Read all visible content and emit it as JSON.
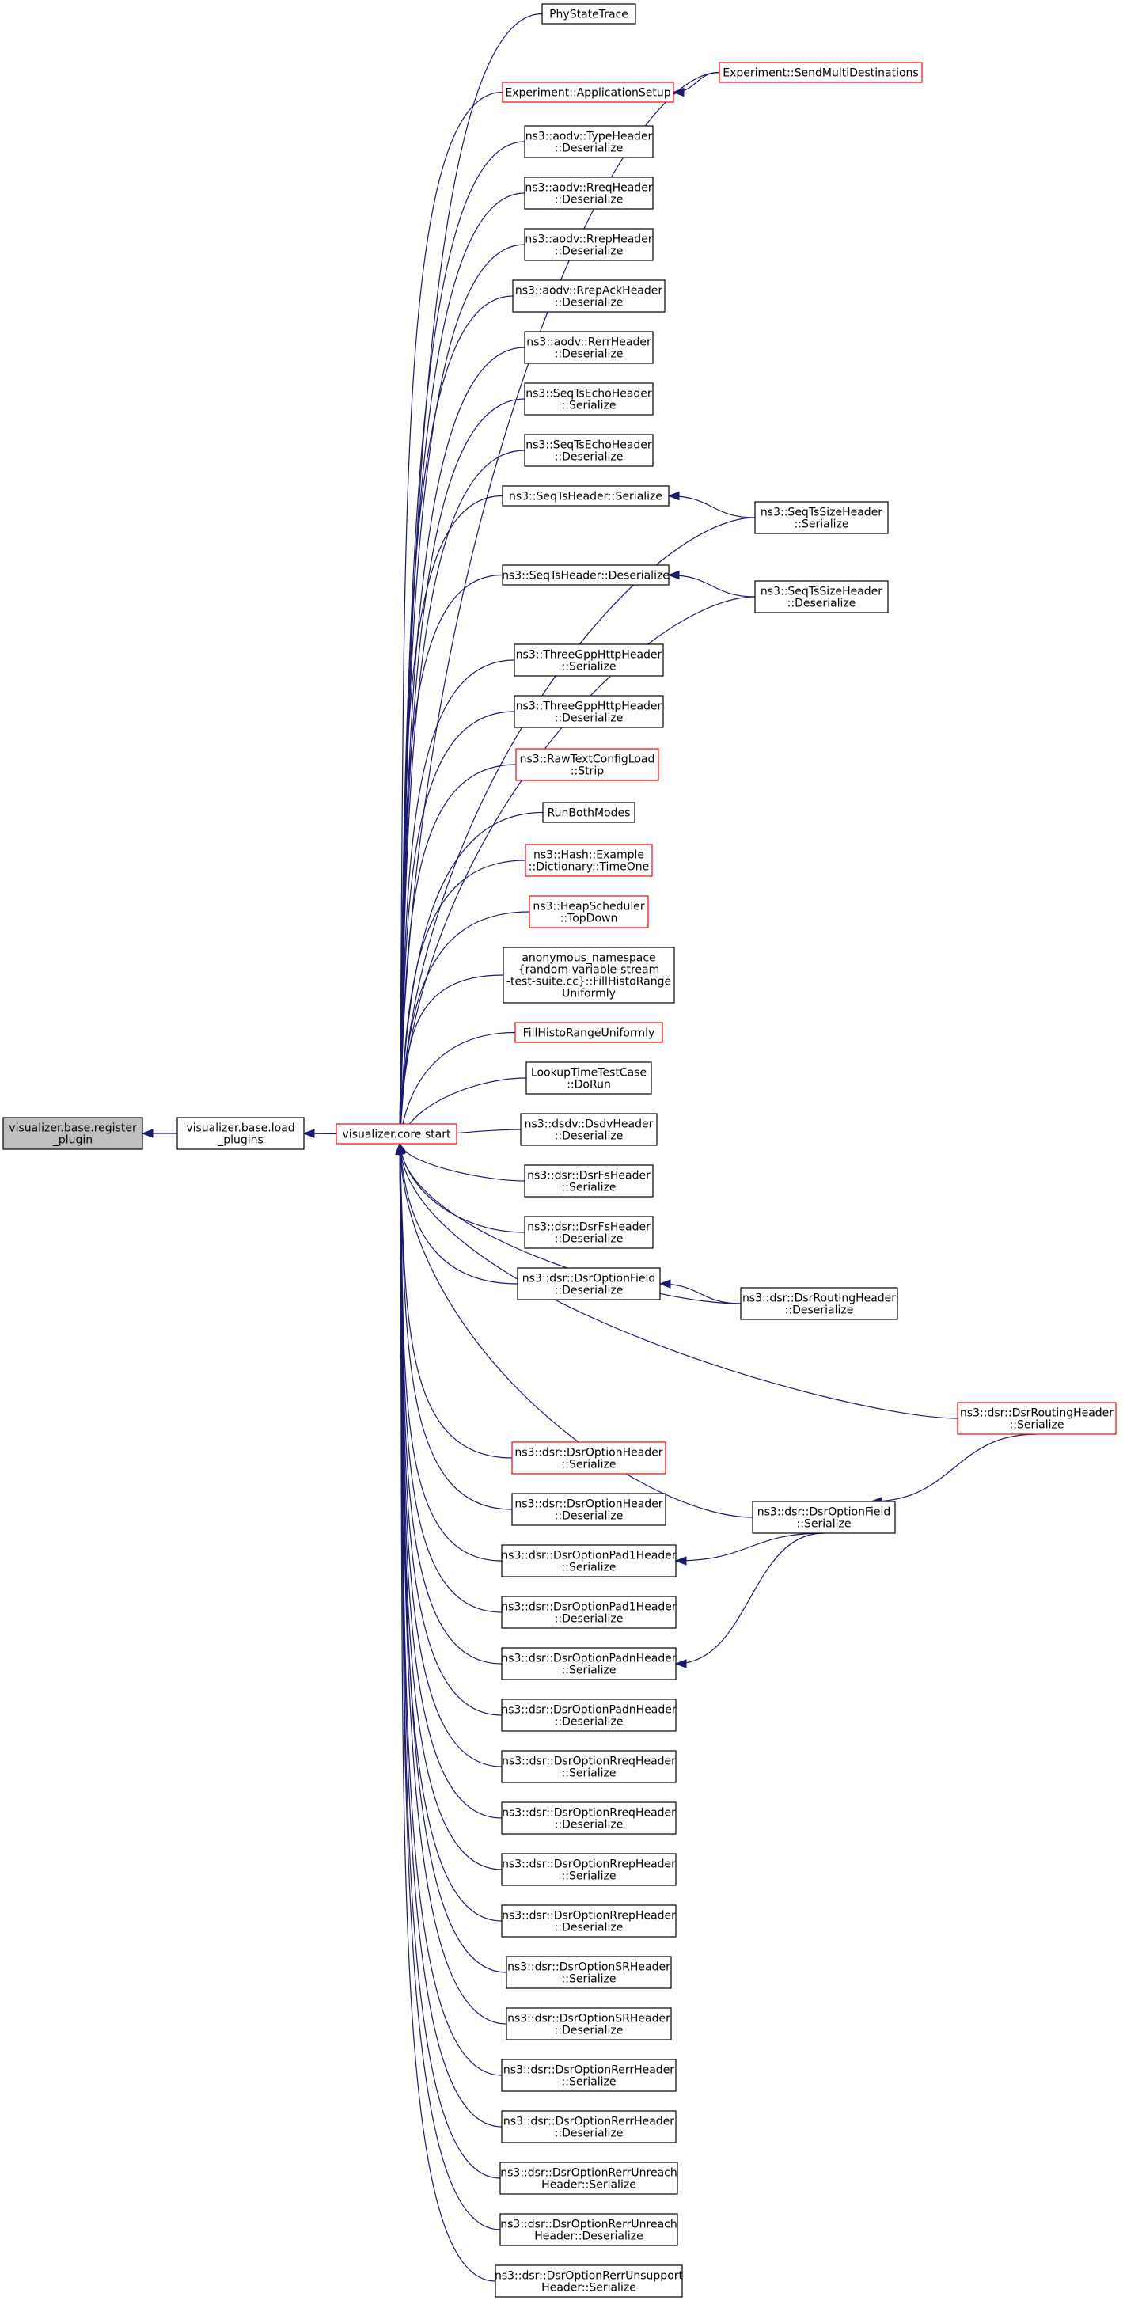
{
  "graph": {
    "colors": {
      "edge": "#191970",
      "border": "#000000",
      "link_border": "#ff0000",
      "root_fill": "#bfbfbf"
    },
    "nodes": [
      {
        "id": "root",
        "lines": [
          "visualizer.base.register",
          "_plugin"
        ],
        "style": "root"
      },
      {
        "id": "load",
        "lines": [
          "visualizer.base.load",
          "_plugins"
        ],
        "style": "normal"
      },
      {
        "id": "start",
        "lines": [
          "visualizer.core.start"
        ],
        "style": "red"
      },
      {
        "id": "phy",
        "lines": [
          "PhyStateTrace"
        ],
        "style": "normal"
      },
      {
        "id": "appsetup",
        "lines": [
          "Experiment::ApplicationSetup"
        ],
        "style": "red"
      },
      {
        "id": "multidest",
        "lines": [
          "Experiment::SendMultiDestinations"
        ],
        "style": "red"
      },
      {
        "id": "aodvtype",
        "lines": [
          "ns3::aodv::TypeHeader",
          "::Deserialize"
        ],
        "style": "normal"
      },
      {
        "id": "aodvrreq",
        "lines": [
          "ns3::aodv::RreqHeader",
          "::Deserialize"
        ],
        "style": "normal"
      },
      {
        "id": "aodvrrep",
        "lines": [
          "ns3::aodv::RrepHeader",
          "::Deserialize"
        ],
        "style": "normal"
      },
      {
        "id": "aodvrrepack",
        "lines": [
          "ns3::aodv::RrepAckHeader",
          "::Deserialize"
        ],
        "style": "normal"
      },
      {
        "id": "aodvrerr",
        "lines": [
          "ns3::aodv::RerrHeader",
          "::Deserialize"
        ],
        "style": "normal"
      },
      {
        "id": "seqechoser",
        "lines": [
          "ns3::SeqTsEchoHeader",
          "::Serialize"
        ],
        "style": "normal"
      },
      {
        "id": "seqechodes",
        "lines": [
          "ns3::SeqTsEchoHeader",
          "::Deserialize"
        ],
        "style": "normal"
      },
      {
        "id": "seqtsser",
        "lines": [
          "ns3::SeqTsHeader::Serialize"
        ],
        "style": "normal"
      },
      {
        "id": "sizeser",
        "lines": [
          "ns3::SeqTsSizeHeader",
          "::Serialize"
        ],
        "style": "normal"
      },
      {
        "id": "seqtsdes",
        "lines": [
          "ns3::SeqTsHeader::Deserialize"
        ],
        "style": "normal"
      },
      {
        "id": "sizedes",
        "lines": [
          "ns3::SeqTsSizeHeader",
          "::Deserialize"
        ],
        "style": "normal"
      },
      {
        "id": "httpser",
        "lines": [
          "ns3::ThreeGppHttpHeader",
          "::Serialize"
        ],
        "style": "normal"
      },
      {
        "id": "httpdes",
        "lines": [
          "ns3::ThreeGppHttpHeader",
          "::Deserialize"
        ],
        "style": "normal"
      },
      {
        "id": "rawstrip",
        "lines": [
          "ns3::RawTextConfigLoad",
          "::Strip"
        ],
        "style": "red"
      },
      {
        "id": "runboth",
        "lines": [
          "RunBothModes"
        ],
        "style": "normal"
      },
      {
        "id": "hashtime",
        "lines": [
          "ns3::Hash::Example",
          "::Dictionary::TimeOne"
        ],
        "style": "red"
      },
      {
        "id": "heaptop",
        "lines": [
          "ns3::HeapScheduler",
          "::TopDown"
        ],
        "style": "red"
      },
      {
        "id": "anonfill",
        "lines": [
          "anonymous_namespace",
          "{random-variable-stream",
          "-test-suite.cc}::FillHistoRange",
          "Uniformly"
        ],
        "style": "normal"
      },
      {
        "id": "fillhisto",
        "lines": [
          "FillHistoRangeUniformly"
        ],
        "style": "red"
      },
      {
        "id": "lookup",
        "lines": [
          "LookupTimeTestCase",
          "::DoRun"
        ],
        "style": "normal"
      },
      {
        "id": "dsdvdes",
        "lines": [
          "ns3::dsdv::DsdvHeader",
          "::Deserialize"
        ],
        "style": "normal"
      },
      {
        "id": "dsrfsser",
        "lines": [
          "ns3::dsr::DsrFsHeader",
          "::Serialize"
        ],
        "style": "normal"
      },
      {
        "id": "dsrfsdes",
        "lines": [
          "ns3::dsr::DsrFsHeader",
          "::Deserialize"
        ],
        "style": "normal"
      },
      {
        "id": "optfielddes",
        "lines": [
          "ns3::dsr::DsrOptionField",
          "::Deserialize"
        ],
        "style": "normal"
      },
      {
        "id": "routinghdrdes",
        "lines": [
          "ns3::dsr::DsrRoutingHeader",
          "::Deserialize"
        ],
        "style": "normal"
      },
      {
        "id": "routinghdrser",
        "lines": [
          "ns3::dsr::DsrRoutingHeader",
          "::Serialize"
        ],
        "style": "red"
      },
      {
        "id": "opthdrser",
        "lines": [
          "ns3::dsr::DsrOptionHeader",
          "::Serialize"
        ],
        "style": "red"
      },
      {
        "id": "opthdrdes",
        "lines": [
          "ns3::dsr::DsrOptionHeader",
          "::Deserialize"
        ],
        "style": "normal"
      },
      {
        "id": "optfieldser",
        "lines": [
          "ns3::dsr::DsrOptionField",
          "::Serialize"
        ],
        "style": "normal"
      },
      {
        "id": "pad1ser",
        "lines": [
          "ns3::dsr::DsrOptionPad1Header",
          "::Serialize"
        ],
        "style": "normal"
      },
      {
        "id": "pad1des",
        "lines": [
          "ns3::dsr::DsrOptionPad1Header",
          "::Deserialize"
        ],
        "style": "normal"
      },
      {
        "id": "padnser",
        "lines": [
          "ns3::dsr::DsrOptionPadnHeader",
          "::Serialize"
        ],
        "style": "normal"
      },
      {
        "id": "padndes",
        "lines": [
          "ns3::dsr::DsrOptionPadnHeader",
          "::Deserialize"
        ],
        "style": "normal"
      },
      {
        "id": "rreqser",
        "lines": [
          "ns3::dsr::DsrOptionRreqHeader",
          "::Serialize"
        ],
        "style": "normal"
      },
      {
        "id": "rreqdes",
        "lines": [
          "ns3::dsr::DsrOptionRreqHeader",
          "::Deserialize"
        ],
        "style": "normal"
      },
      {
        "id": "rrepser",
        "lines": [
          "ns3::dsr::DsrOptionRrepHeader",
          "::Serialize"
        ],
        "style": "normal"
      },
      {
        "id": "rrepdes",
        "lines": [
          "ns3::dsr::DsrOptionRrepHeader",
          "::Deserialize"
        ],
        "style": "normal"
      },
      {
        "id": "srser",
        "lines": [
          "ns3::dsr::DsrOptionSRHeader",
          "::Serialize"
        ],
        "style": "normal"
      },
      {
        "id": "srdes",
        "lines": [
          "ns3::dsr::DsrOptionSRHeader",
          "::Deserialize"
        ],
        "style": "normal"
      },
      {
        "id": "rerrser",
        "lines": [
          "ns3::dsr::DsrOptionRerrHeader",
          "::Serialize"
        ],
        "style": "normal"
      },
      {
        "id": "rerrdes",
        "lines": [
          "ns3::dsr::DsrOptionRerrHeader",
          "::Deserialize"
        ],
        "style": "normal"
      },
      {
        "id": "unreachser",
        "lines": [
          "ns3::dsr::DsrOptionRerrUnreach",
          "Header::Serialize"
        ],
        "style": "normal"
      },
      {
        "id": "unreachdes",
        "lines": [
          "ns3::dsr::DsrOptionRerrUnreach",
          "Header::Deserialize"
        ],
        "style": "normal"
      },
      {
        "id": "unsupser",
        "lines": [
          "ns3::dsr::DsrOptionRerrUnsupport",
          "Header::Serialize"
        ],
        "style": "normal"
      }
    ],
    "edges": [
      [
        "load",
        "root"
      ],
      [
        "start",
        "load"
      ],
      [
        "phy",
        "start"
      ],
      [
        "appsetup",
        "start"
      ],
      [
        "multidest",
        "appsetup"
      ],
      [
        "multidest",
        "start"
      ],
      [
        "aodvtype",
        "start"
      ],
      [
        "aodvrreq",
        "start"
      ],
      [
        "aodvrrep",
        "start"
      ],
      [
        "aodvrrepack",
        "start"
      ],
      [
        "aodvrerr",
        "start"
      ],
      [
        "seqechoser",
        "start"
      ],
      [
        "seqechodes",
        "start"
      ],
      [
        "seqtsser",
        "start"
      ],
      [
        "sizeser",
        "seqtsser"
      ],
      [
        "sizeser",
        "start"
      ],
      [
        "seqtsdes",
        "start"
      ],
      [
        "sizedes",
        "seqtsdes"
      ],
      [
        "sizedes",
        "start"
      ],
      [
        "httpser",
        "start"
      ],
      [
        "httpdes",
        "start"
      ],
      [
        "rawstrip",
        "start"
      ],
      [
        "runboth",
        "start"
      ],
      [
        "hashtime",
        "start"
      ],
      [
        "heaptop",
        "start"
      ],
      [
        "anonfill",
        "start"
      ],
      [
        "fillhisto",
        "start"
      ],
      [
        "lookup",
        "start"
      ],
      [
        "dsdvdes",
        "start"
      ],
      [
        "dsrfsser",
        "start"
      ],
      [
        "dsrfsdes",
        "start"
      ],
      [
        "optfielddes",
        "start"
      ],
      [
        "routinghdrdes",
        "optfielddes"
      ],
      [
        "routinghdrdes",
        "start"
      ],
      [
        "routinghdrser",
        "start"
      ],
      [
        "routinghdrser",
        "optfieldser"
      ],
      [
        "opthdrser",
        "start"
      ],
      [
        "opthdrdes",
        "start"
      ],
      [
        "optfieldser",
        "start"
      ],
      [
        "optfieldser",
        "pad1ser"
      ],
      [
        "optfieldser",
        "padnser"
      ],
      [
        "pad1ser",
        "start"
      ],
      [
        "pad1des",
        "start"
      ],
      [
        "padnser",
        "start"
      ],
      [
        "padndes",
        "start"
      ],
      [
        "rreqser",
        "start"
      ],
      [
        "rreqdes",
        "start"
      ],
      [
        "rrepser",
        "start"
      ],
      [
        "rrepdes",
        "start"
      ],
      [
        "srser",
        "start"
      ],
      [
        "srdes",
        "start"
      ],
      [
        "rerrser",
        "start"
      ],
      [
        "rerrdes",
        "start"
      ],
      [
        "unreachser",
        "start"
      ],
      [
        "unreachdes",
        "start"
      ],
      [
        "unsupser",
        "start"
      ]
    ]
  }
}
